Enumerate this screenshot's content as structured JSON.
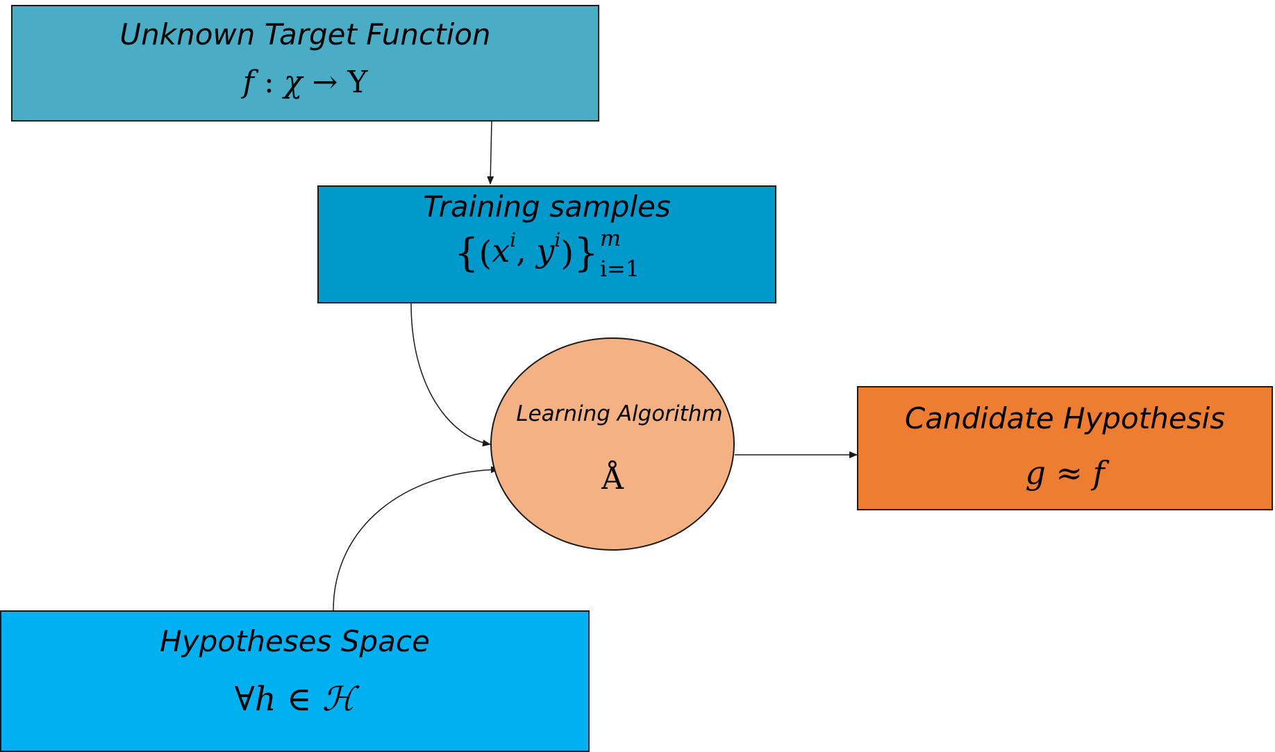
{
  "diagram": {
    "target": {
      "title": "Unknown Target Function",
      "math": {
        "f": "f",
        "colon": ":",
        "domain": "χ",
        "arrow": "→",
        "codomain": "Υ"
      }
    },
    "training": {
      "title": "Training samples",
      "math": {
        "open_brace": "{",
        "open_paren": "(",
        "x": "x",
        "x_sup": "i",
        "comma": ",",
        "y": "y",
        "y_sup": "i",
        "close_paren": ")",
        "close_brace": "}",
        "upper_limit": "m",
        "lower_limit": "i=1"
      }
    },
    "learning": {
      "title": "Learning Algorithm",
      "symbol": "Å"
    },
    "candidate": {
      "title": "Candidate Hypothesis",
      "math": {
        "g": "g",
        "approx": "≈",
        "f": "f"
      }
    },
    "hypothesis_space": {
      "title": "Hypotheses Space",
      "math": {
        "forall": "∀",
        "h": "h",
        "in": "∈",
        "set": "ℋ"
      }
    },
    "edges": [
      {
        "from": "Unknown Target Function",
        "to": "Training samples"
      },
      {
        "from": "Training samples",
        "to": "Learning Algorithm"
      },
      {
        "from": "Hypotheses Space",
        "to": "Learning Algorithm"
      },
      {
        "from": "Learning Algorithm",
        "to": "Candidate Hypothesis"
      }
    ],
    "colors": {
      "target": "#4bacc6",
      "training": "#0099cc",
      "learning": "#f4b183",
      "candidate": "#ed7d31",
      "hypothesis_space": "#00b0f0",
      "stroke": "#1a1a1a"
    }
  }
}
